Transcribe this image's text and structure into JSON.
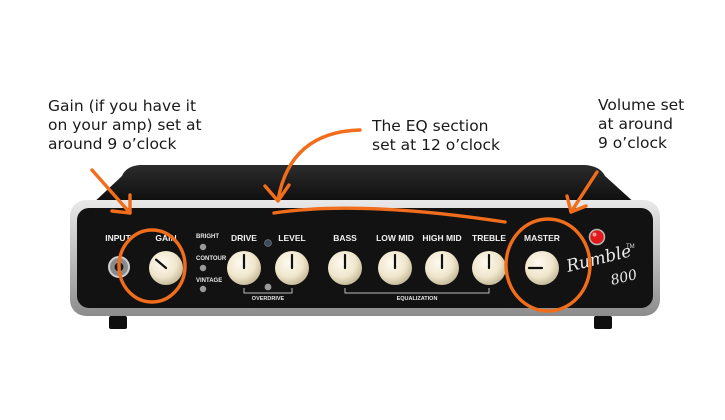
{
  "annotations": {
    "gain": "Gain (if you have it\non your amp) set at\naround 9 o’clock",
    "eq": "The EQ section\nset at 12 o’clock",
    "volume": "Volume set\nat around\n9 o’clock"
  },
  "panel": {
    "input_label": "INPUT",
    "switches": [
      "BRIGHT",
      "CONTOUR",
      "VINTAGE"
    ],
    "overdrive_label": "OVERDRIVE",
    "equalization_label": "EQUALIZATION",
    "knobs": [
      {
        "label": "GAIN",
        "angle_deg": -50
      },
      {
        "label": "DRIVE",
        "angle_deg": 0
      },
      {
        "label": "LEVEL",
        "angle_deg": 0
      },
      {
        "label": "BASS",
        "angle_deg": 0
      },
      {
        "label": "LOW MID",
        "angle_deg": 0
      },
      {
        "label": "HIGH MID",
        "angle_deg": 0
      },
      {
        "label": "TREBLE",
        "angle_deg": 0
      },
      {
        "label": "MASTER",
        "angle_deg": -90
      }
    ],
    "brand": "Rumble",
    "model": "800",
    "trademark": "TM"
  },
  "colors": {
    "annotation": "#f06d1c",
    "faceplate": "#121212",
    "knob": "#efe6cc",
    "power_light": "#e01a1a"
  }
}
